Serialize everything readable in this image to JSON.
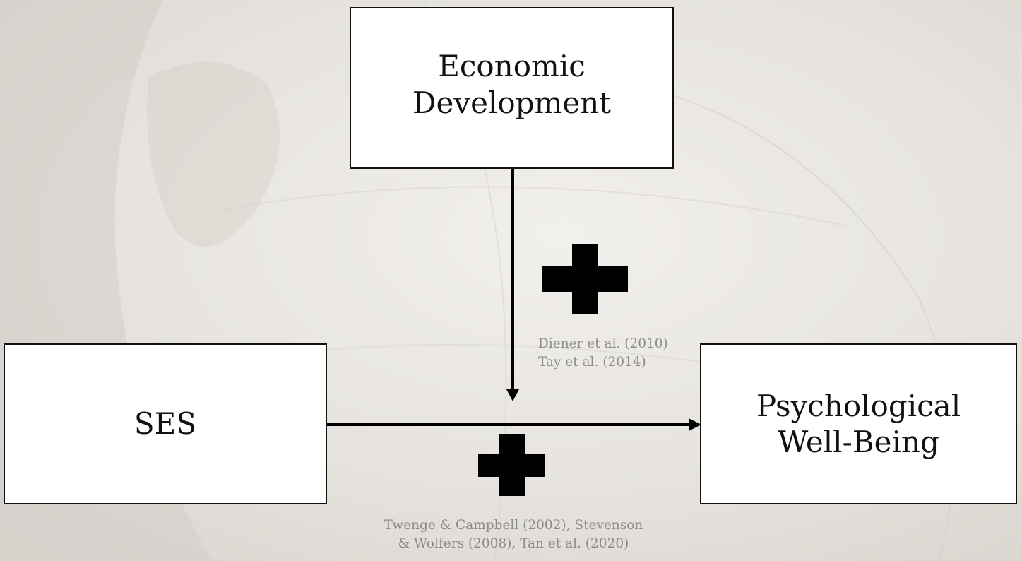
{
  "diagram": {
    "boxes": {
      "economic_development": {
        "line1": "Economic",
        "line2": "Development"
      },
      "ses": {
        "label": "SES"
      },
      "psychological_well_being": {
        "line1": "Psychological",
        "line2": "Well-Being"
      }
    },
    "citations": {
      "moderation": {
        "line1": "Diener et al. (2010)",
        "line2": "Tay et al. (2014)"
      },
      "direct": {
        "line1": "Twenge & Campbell (2002), Stevenson",
        "line2": "& Wolfers (2008), Tan et al. (2020)"
      }
    },
    "effect_signs": {
      "moderation": "plus-sign",
      "direct": "plus-sign"
    },
    "colors": {
      "box_border": "#111111",
      "box_fill": "#ffffff",
      "citation_text": "#8c8c8c",
      "background": "#e9e7e4"
    }
  }
}
